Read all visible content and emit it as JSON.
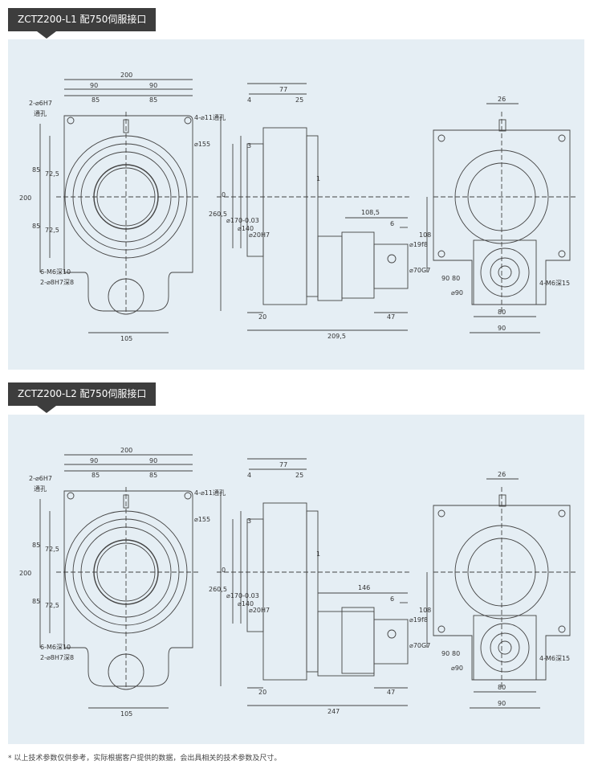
{
  "sections": [
    {
      "title": "ZCTZ200-L1 配750伺服接口",
      "labels": {
        "d200": "200",
        "d90a": "90",
        "d90b": "90",
        "d85a": "85",
        "d85b": "85",
        "hole_top": "2-⌀6H7",
        "hole_top2": "通孔",
        "holes4": "4-⌀11通孔",
        "dia155": "⌀155",
        "v85a": "85",
        "v72a": "72,5",
        "v200": "200",
        "v85b": "85",
        "v72b": "72,5",
        "v2605": "260,5",
        "m6": "6-M6深10",
        "pin8": "2-⌀8H7深8",
        "w105": "105",
        "d77": "77",
        "d4": "4",
        "d25": "25",
        "d3": "3",
        "d1": "1",
        "d0": "0",
        "d170": "⌀170-0.03",
        "d140": "⌀140",
        "d20": "⌀20H7",
        "d1085": "108,5",
        "d6": "6",
        "d19": "⌀19f8",
        "d70": "⌀70G7",
        "d20b": "20",
        "d2095": "209,5",
        "d47": "47",
        "d26": "26",
        "d108": "108",
        "v90": "90",
        "v80": "80",
        "c90": "⌀90",
        "m6b": "4-M6深15",
        "w80": "80",
        "w90": "90"
      }
    },
    {
      "title": "ZCTZ200-L2 配750伺服接口",
      "labels": {
        "d200": "200",
        "d90a": "90",
        "d90b": "90",
        "d85a": "85",
        "d85b": "85",
        "hole_top": "2-⌀6H7",
        "hole_top2": "通孔",
        "holes4": "4-⌀11通孔",
        "dia155": "⌀155",
        "v85a": "85",
        "v72a": "72,5",
        "v200": "200",
        "v85b": "85",
        "v72b": "72,5",
        "v2605": "260,5",
        "m6": "6-M6深10",
        "pin8": "2-⌀8H7深8",
        "w105": "105",
        "d77": "77",
        "d4": "4",
        "d25": "25",
        "d3": "3",
        "d1": "1",
        "d0": "0",
        "d170": "⌀170-0.03",
        "d140": "⌀140",
        "d20": "⌀20H7",
        "d1085": "146",
        "d6": "6",
        "d19": "⌀19f8",
        "d70": "⌀70G7",
        "d20b": "20",
        "d2095": "247",
        "d47": "47",
        "d26": "26",
        "d108": "108",
        "v90": "90",
        "v80": "80",
        "c90": "⌀90",
        "m6b": "4-M6深15",
        "w80": "80",
        "w90": "90"
      }
    }
  ],
  "footnote": "* 以上技术参数仅供参考，实际根据客户提供的数据，会出具相关的技术参数及尺寸。"
}
